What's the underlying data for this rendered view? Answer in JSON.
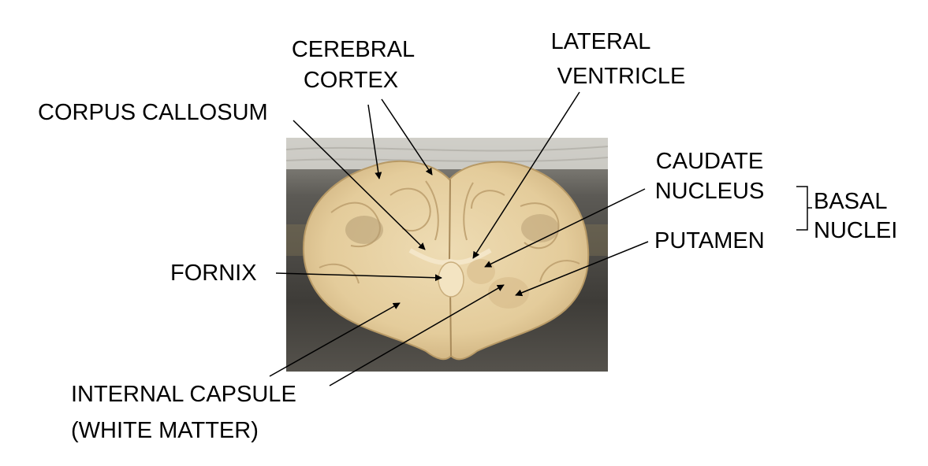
{
  "labels": {
    "cerebral_cortex": [
      "CEREBRAL",
      "CORTEX"
    ],
    "lateral_ventricle": [
      "LATERAL",
      "VENTRICLE"
    ],
    "corpus_callosum": "CORPUS CALLOSUM",
    "caudate_nucleus": [
      "CAUDATE",
      "NUCLEUS"
    ],
    "basal_nuclei": [
      "BASAL",
      "NUCLEI"
    ],
    "putamen": "PUTAMEN",
    "fornix": "FORNIX",
    "internal_capsule": [
      "INTERNAL CAPSULE",
      "(WHITE MATTER)"
    ]
  },
  "colors": {
    "background": "#ffffff",
    "text": "#000000",
    "tissue": "#e8d3a6",
    "tray": "#4a4742"
  }
}
